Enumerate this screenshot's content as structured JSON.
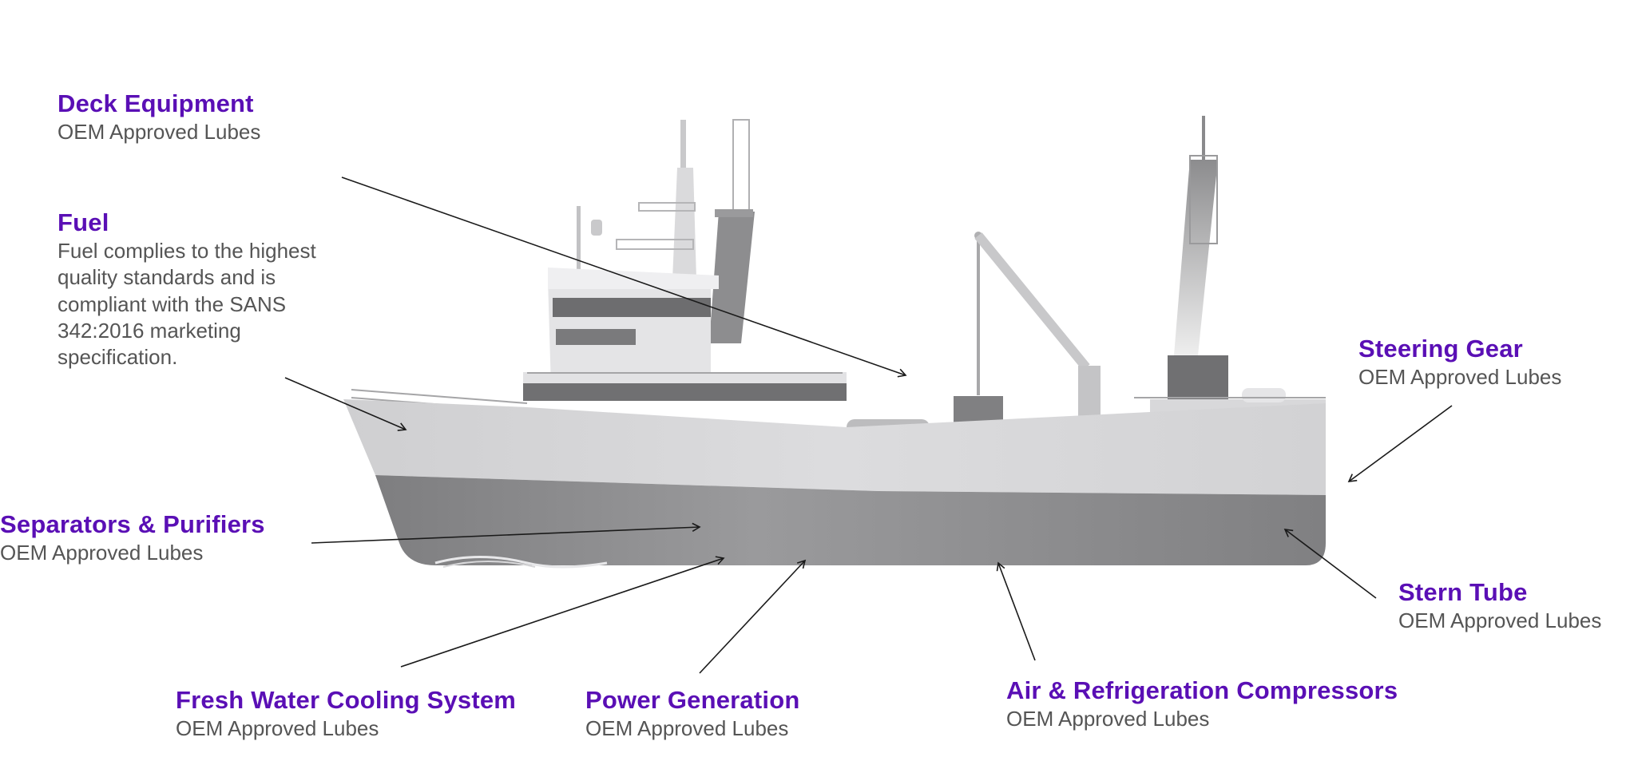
{
  "colors": {
    "title": "#5a0fb5",
    "text": "#555555",
    "arrow": "#1a1a1a",
    "hull_upper": "#d7d7d9",
    "hull_lower": "#8a8a8c",
    "superstructure": "#e6e6e8",
    "window": "#6b6b6d"
  },
  "labels": {
    "deck_equipment": {
      "title": "Deck Equipment",
      "desc": "OEM Approved Lubes"
    },
    "fuel": {
      "title": "Fuel",
      "desc": "Fuel complies to the highest quality standards and is compliant with the SANS 342:2016 marketing specification."
    },
    "separators": {
      "title": "Separators & Purifiers",
      "desc": "OEM Approved Lubes"
    },
    "fresh_water": {
      "title": "Fresh Water Cooling System",
      "desc": "OEM Approved Lubes"
    },
    "power": {
      "title": "Power Generation",
      "desc": "OEM Approved Lubes"
    },
    "air_refrig": {
      "title": "Air & Refrigeration Compressors",
      "desc": "OEM Approved Lubes"
    },
    "stern_tube": {
      "title": "Stern Tube",
      "desc": "OEM Approved Lubes"
    },
    "steering": {
      "title": "Steering Gear",
      "desc": "OEM Approved Lubes"
    }
  }
}
